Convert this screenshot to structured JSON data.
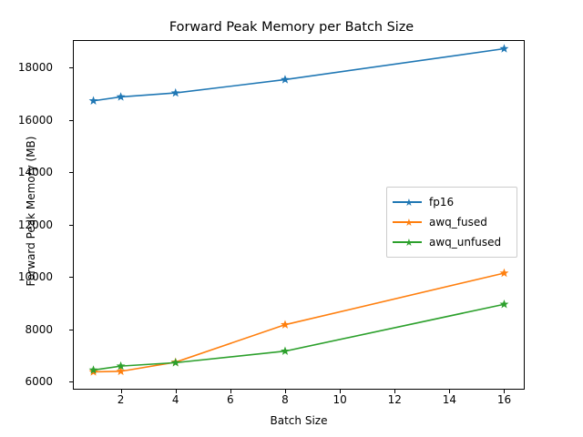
{
  "chart_data": {
    "type": "line",
    "title": "Forward Peak Memory per Batch Size",
    "xlabel": "Batch Size",
    "ylabel": "Forward Peak Memory (MB)",
    "x": [
      1,
      2,
      4,
      8,
      16
    ],
    "xlim": [
      0.25,
      16.75
    ],
    "ylim": [
      5700,
      19050
    ],
    "xticks": [
      2,
      4,
      6,
      8,
      10,
      12,
      14,
      16
    ],
    "yticks": [
      6000,
      8000,
      10000,
      12000,
      14000,
      16000,
      18000
    ],
    "grid": false,
    "legend_position": "center right",
    "marker": "star",
    "series": [
      {
        "name": "fp16",
        "color": "#1f77b4",
        "values": [
          16730,
          16880,
          17030,
          17540,
          18720
        ]
      },
      {
        "name": "awq_fused",
        "color": "#ff7f0e",
        "values": [
          6380,
          6400,
          6750,
          8180,
          10150
        ]
      },
      {
        "name": "awq_unfused",
        "color": "#2ca02c",
        "values": [
          6450,
          6600,
          6730,
          7170,
          8960
        ]
      }
    ]
  }
}
